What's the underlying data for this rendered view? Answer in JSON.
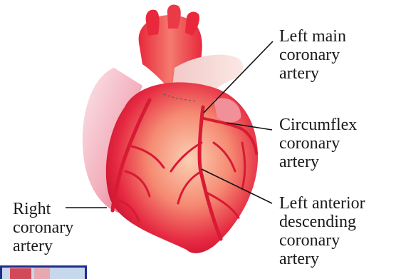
{
  "labels": {
    "left_main": [
      "Left main",
      "coronary",
      "artery"
    ],
    "circumflex": [
      "Circumflex",
      "coronary",
      "artery"
    ],
    "lad": [
      "Left anterior",
      "descending",
      "coronary",
      "artery"
    ],
    "right": [
      "Right",
      "coronary",
      "artery"
    ]
  },
  "colors": {
    "heart_red": "#e8283c",
    "heart_light": "#f7a890",
    "aorta": "#f5a0a0",
    "leader_line": "#111111"
  }
}
